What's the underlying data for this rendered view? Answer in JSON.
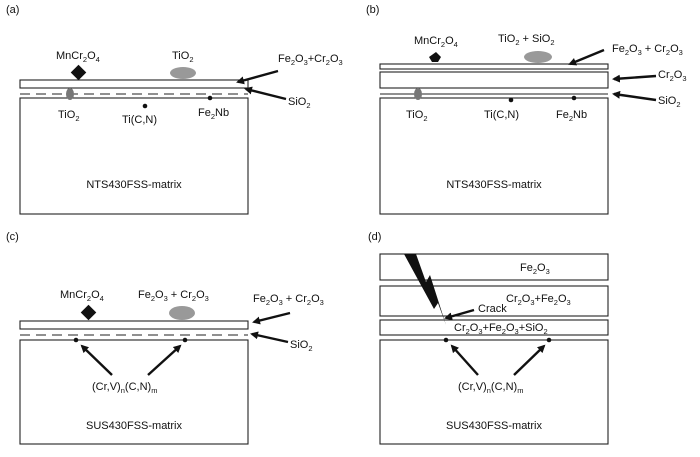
{
  "panels": {
    "a": {
      "tag": "(a)",
      "matrix": "NTS430FSS-matrix",
      "labels": {
        "particle_left_main": "MnCr",
        "particle_left_s1": "2",
        "particle_left_mid": "O",
        "particle_left_s2": "4",
        "particle_right_main": "TiO",
        "particle_right_s1": "2",
        "outer_a": "Fe",
        "outer_s1": "2",
        "outer_b": "O",
        "outer_s2": "3",
        "outer_c": "+Cr",
        "outer_s3": "2",
        "outer_d": "O",
        "outer_s4": "3",
        "inner_a": "SiO",
        "inner_s1": "2",
        "tio2_a": "TiO",
        "tio2_s1": "2",
        "ticn": "Ti(C,N)",
        "fe2nb_a": "Fe",
        "fe2nb_s1": "2",
        "fe2nb_b": "Nb"
      }
    },
    "b": {
      "tag": "(b)",
      "matrix": "NTS430FSS-matrix",
      "labels": {
        "particle_left_main": "MnCr",
        "particle_left_s1": "2",
        "particle_left_mid": "O",
        "particle_left_s2": "4",
        "particle_right_a": "TiO",
        "particle_right_s1": "2",
        "particle_right_b": " + SiO",
        "particle_right_s2": "2",
        "outer_a": "Fe",
        "outer_s1": "2",
        "outer_b": "O",
        "outer_s2": "3",
        "outer_c": " + Cr",
        "outer_s3": "2",
        "outer_d": "O",
        "outer_s4": "3",
        "mid_a": "Cr",
        "mid_s1": "2",
        "mid_b": "O",
        "mid_s2": "3",
        "inner_a": "SiO",
        "inner_s1": "2",
        "tio2_a": "TiO",
        "tio2_s1": "2",
        "ticn": "Ti(C,N)",
        "fe2nb_a": "Fe",
        "fe2nb_s1": "2",
        "fe2nb_b": "Nb"
      }
    },
    "c": {
      "tag": "(c)",
      "matrix": "SUS430FSS-matrix",
      "labels": {
        "particle_left_main": "MnCr",
        "particle_left_s1": "2",
        "particle_left_mid": "O",
        "particle_left_s2": "4",
        "particle_right_a": "Fe",
        "particle_right_s1": "2",
        "particle_right_b": "O",
        "particle_right_s2": "3",
        "particle_right_c": " + Cr",
        "particle_right_s3": "2",
        "particle_right_d": "O",
        "particle_right_s4": "3",
        "outer_a": "Fe",
        "outer_s1": "2",
        "outer_b": "O",
        "outer_s2": "3",
        "outer_c": " + Cr",
        "outer_s3": "2",
        "outer_d": "O",
        "outer_s4": "3",
        "inner_a": "SiO",
        "inner_s1": "2",
        "carb_a": "(Cr,V)",
        "carb_s1": "n",
        "carb_b": "(C,N)",
        "carb_s2": "m"
      }
    },
    "d": {
      "tag": "(d)",
      "matrix": "SUS430FSS-matrix",
      "labels": {
        "top_a": "Fe",
        "top_s1": "2",
        "top_b": "O",
        "top_s2": "3",
        "mid_a": "Cr",
        "mid_s1": "2",
        "mid_b": "O",
        "mid_s2": "3",
        "mid_c": "+Fe",
        "mid_s3": "2",
        "mid_d": "O",
        "mid_s4": "3",
        "crack": "Crack",
        "bot_a": "Cr",
        "bot_s1": "2",
        "bot_b": "O",
        "bot_s2": "3",
        "bot_c": "+Fe",
        "bot_s3": "2",
        "bot_d": "O",
        "bot_s4": "3",
        "bot_e": "+SiO",
        "bot_s5": "2",
        "carb_a": "(Cr,V)",
        "carb_s1": "n",
        "carb_b": "(C,N)",
        "carb_s2": "m"
      }
    }
  }
}
